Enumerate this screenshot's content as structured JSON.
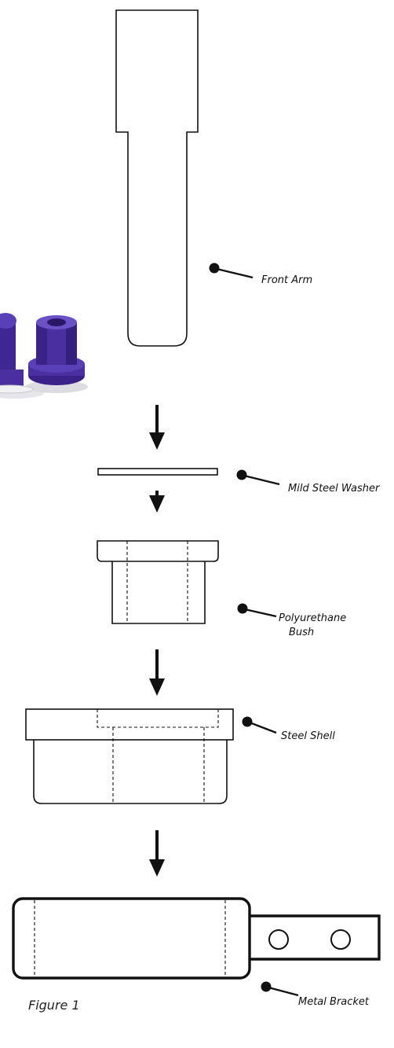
{
  "labels": {
    "front_arm": "Front Arm",
    "mild_steel_washer": "Mild Steel Washer",
    "polyurethane_bush_line1": "Polyurethane",
    "polyurethane_bush_line2": "Bush",
    "steel_shell": "Steel Shell",
    "metal_bracket": "Metal Bracket",
    "figure_caption": "Figure 1"
  },
  "photo": {
    "description_icon": "purple-bush-photo",
    "bush_color": "#4a2fa0"
  },
  "colors": {
    "line": "#111111",
    "background": "#ffffff"
  }
}
